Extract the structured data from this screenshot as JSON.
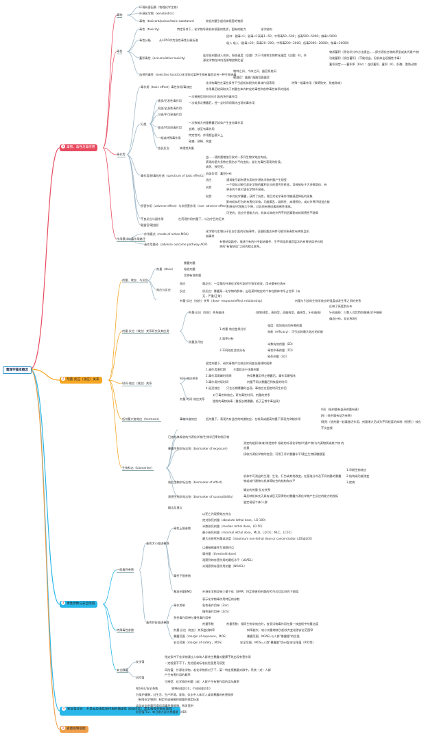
{
  "root": {
    "label": "毒理学基本概念"
  },
  "b1": {
    "label": "毒物、毒性与毒作用",
    "n1": "毒物",
    "n1a": "外源化学物（xenobiotics）",
    "n1b": "毒物（toxicant/poison/toxic substance）",
    "n1c": "较低剂量引起机体损害的物质",
    "n2": "毒性",
    "n2a": "毒性（toxicity）",
    "n2b": "特定条件下，化学物导致机体损害的性质，固有的能力",
    "n2c": "化学结构",
    "n2d": "毒性分级",
    "n2e": "从LD50作为急性毒性分级标准",
    "n2f": "蓄积毒性（accumulative toxicity）",
    "n2g": "选择性毒性（selective toxicity）",
    "n2h": "化学物对某种生物有毒而对另一种生物无毒",
    "n3": "毒作用",
    "n3a": "毒作用（toxic effect）毒性作用/毒效应",
    "n3b": "分类",
    "n3c": "速发/迟发性毒作用",
    "n3d": "局部/全身性毒作用",
    "n3e": "可逆/不可逆毒作用",
    "n3f": "变态/特异质毒作用",
    "n3g": "一般或特殊毒作用",
    "n3h": "拮抗反应",
    "n3i": "毒作用谱/毒效应谱（spectrum of toxic effects）",
    "n3j": "损害作用（adverse effect）与非损害作用（non- adverse effect）",
    "n3k": "不良反应与副作用",
    "n3l": "靶器官/靶组织",
    "n4": "作用模式与毒作用路径",
    "n4a": "作用模式（mode of action,MOA）",
    "n4b": "毒作用路径（adverse outcome pathway,AOP）"
  },
  "b2": {
    "label": "剂量-反应（效应）关系",
    "n1": "剂量、效应、与反应",
    "n1a": "剂量（dose）",
    "n1b": "效应与反应",
    "n1c": "效应",
    "n1d": "反应",
    "n1e": "剂量-反应（效应）关系（dose- response/effect relationship）",
    "n2": "剂量-反应（效应）关系研究及其应用",
    "n2a": "剂量-反应（效应）关系曲线",
    "n2b": "测量及评估",
    "n3": "时间-效应（效应）关系",
    "n3a": "时间-效应关系",
    "n3b": "剂量-时间-效应关系",
    "n4": "低剂量兴奋效应（hormesis）",
    "n4a": "毒物兴奋效应",
    "n5": "生物标志（biomarker）",
    "n5a": "已被机体吸收的外源化学物/生物学后果的指示物",
    "n5b": "暴露生物学标志物（biomarker of exposure）",
    "n5c": "效应生物学标志物（biomarker of effect）",
    "n5d": "易感生物学标志物（biomarker of susceptibility）",
    "n5e": "概念及意义"
  },
  "b3": {
    "label": "毒性参数与安全限值",
    "n1": "一般毒性参数",
    "n1a": "毒性大小描述参数",
    "n1b": "毒性上限参数",
    "n1c": "毒性下限参数",
    "n1d": "基准剂量BMD",
    "n1e": "毒性特征描述参数",
    "n2": "特殊毒性参数",
    "n3": "安全限值",
    "n3a": "安全值",
    "n3b": "风险值"
  },
  "b4": {
    "label": "安全性评价：不良反应毒性所作用的确定性 风险评估；发生毒性作用可能性"
  },
  "b5": {
    "label": "质量控制取能"
  },
  "colors": {
    "red": "#e84a5f",
    "orange": "#f5a623",
    "blue": "#29b6e8",
    "line": "#9fb8c8",
    "root_border": "#2a8ec8"
  }
}
